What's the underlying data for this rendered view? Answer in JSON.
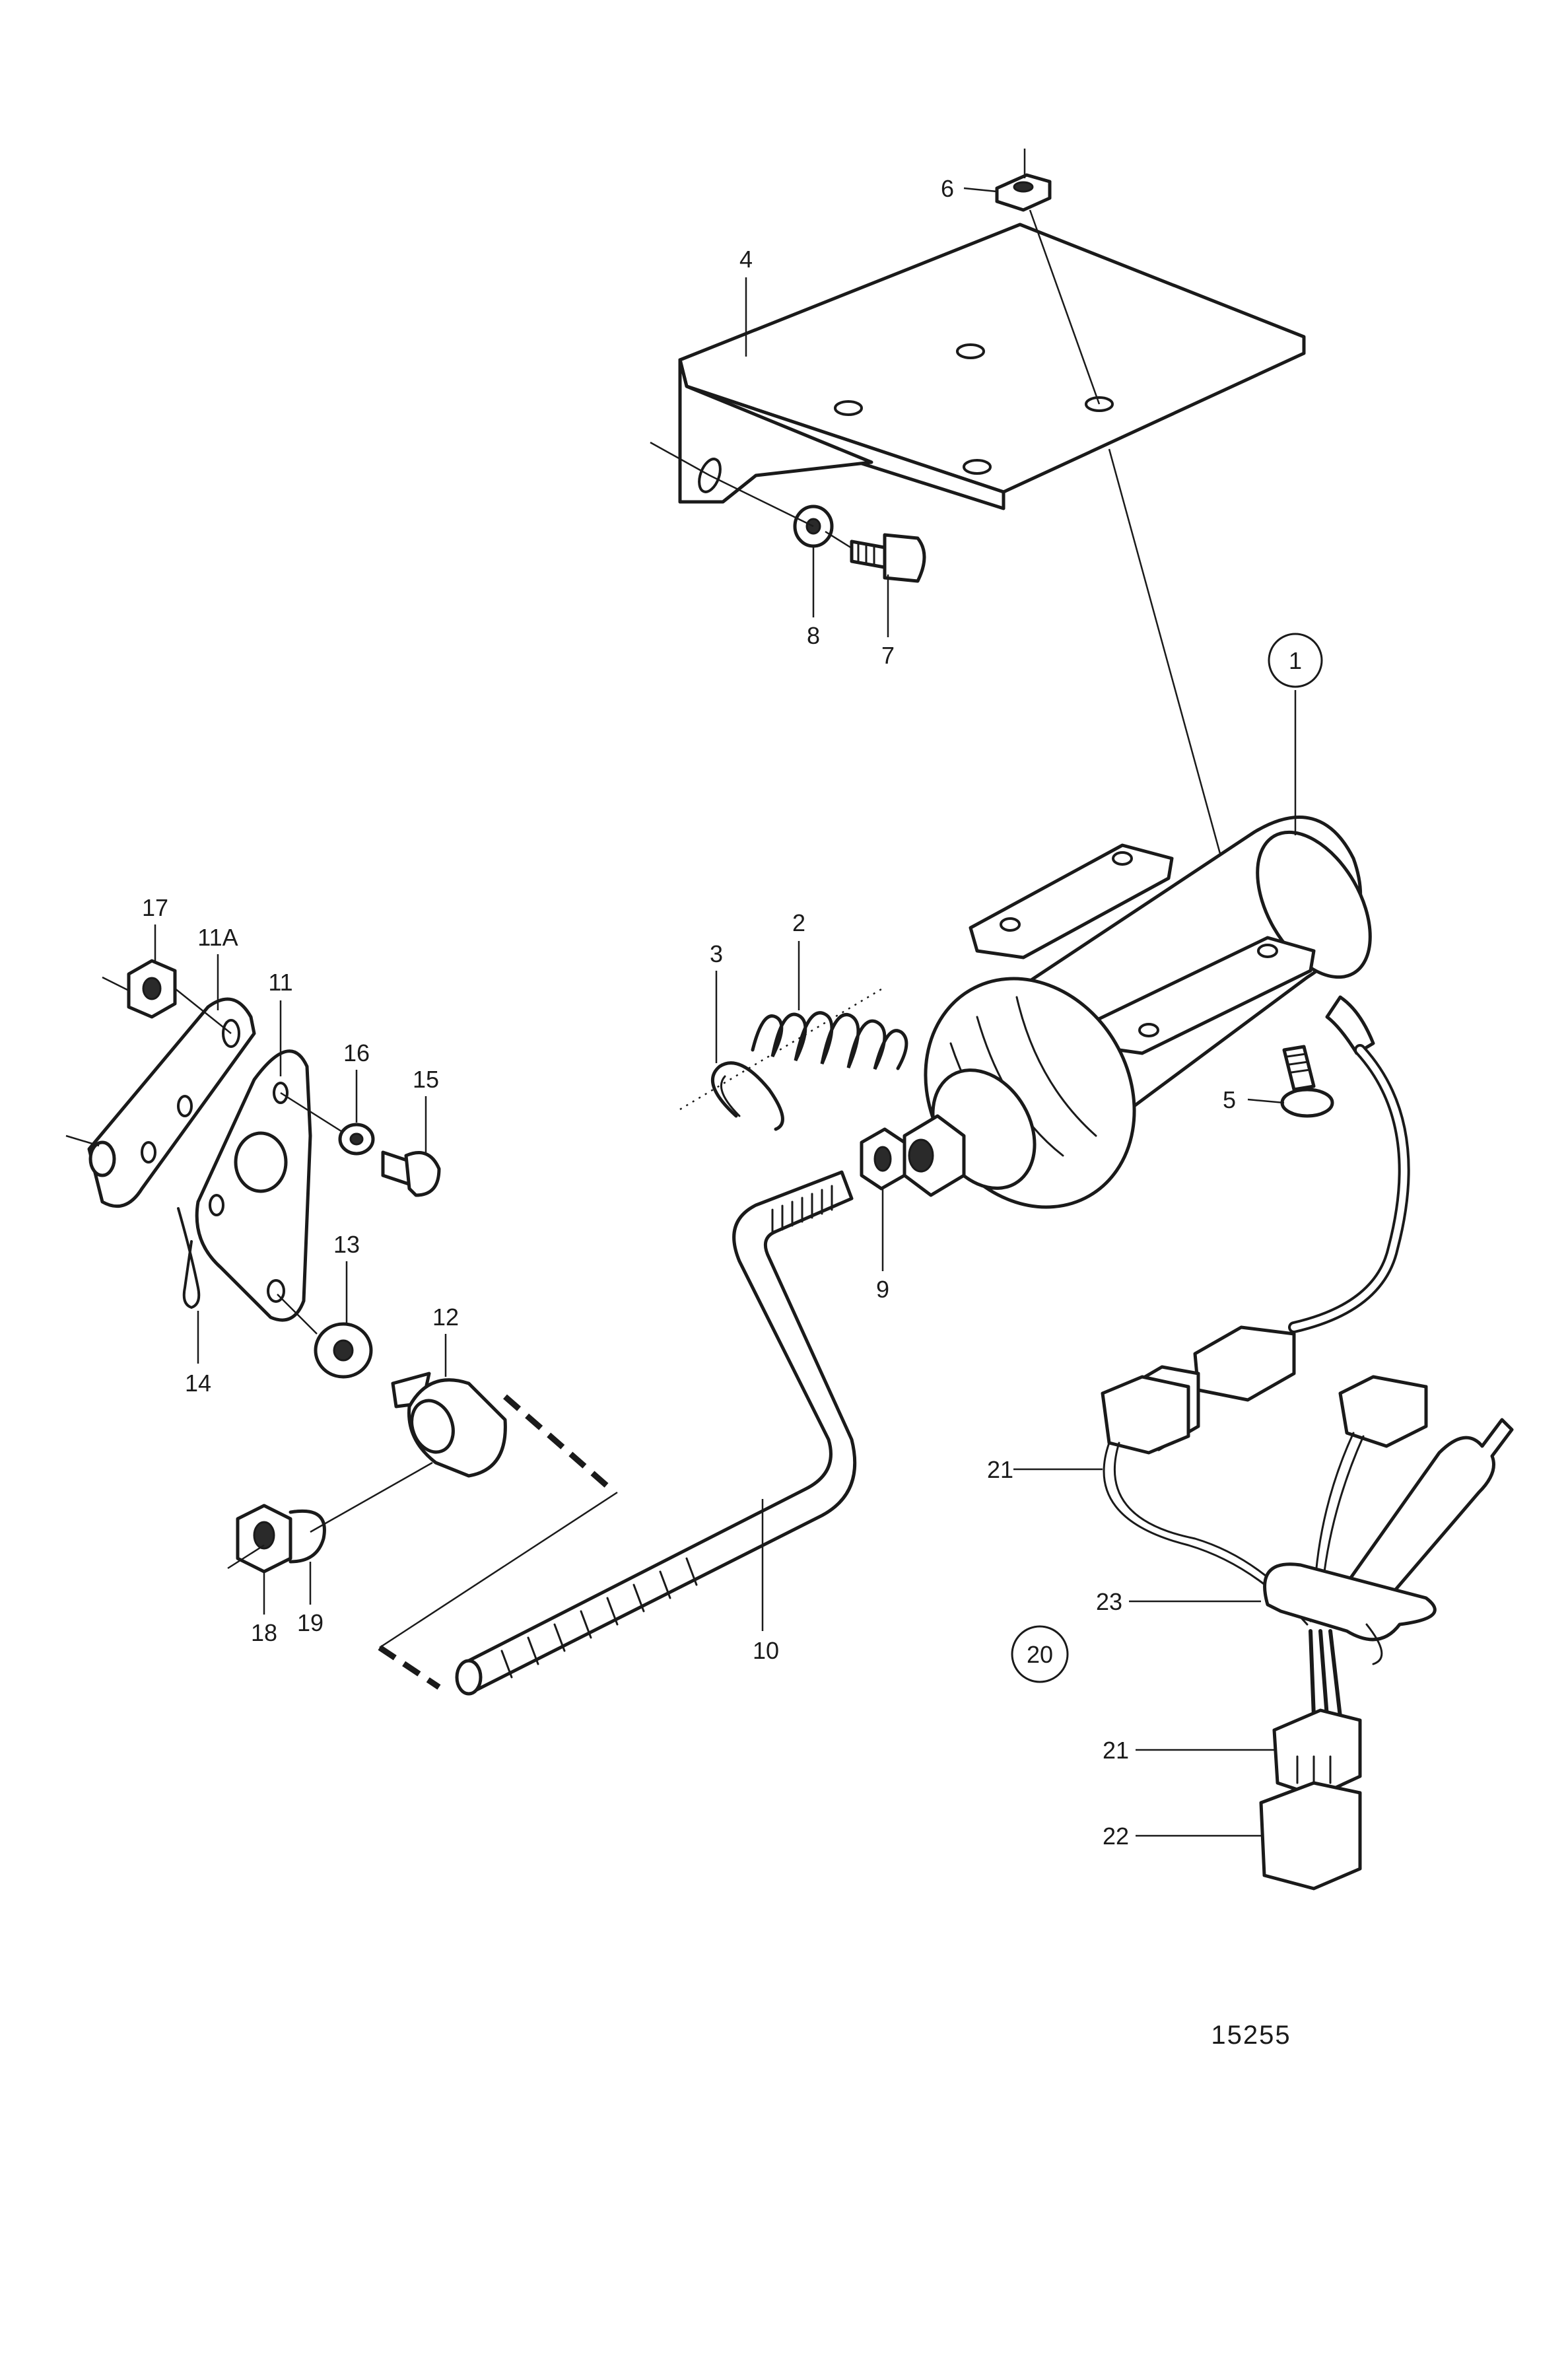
{
  "diagram": {
    "drawing_number": "15255",
    "callouts": {
      "c1": "1",
      "c2": "2",
      "c3": "3",
      "c4": "4",
      "c5": "5",
      "c6": "6",
      "c7": "7",
      "c8": "8",
      "c9": "9",
      "c10": "10",
      "c11": "11",
      "c11a": "11A",
      "c12": "12",
      "c13": "13",
      "c14": "14",
      "c15": "15",
      "c16": "16",
      "c17": "17",
      "c18": "18",
      "c19": "19",
      "c20": "20",
      "c21a": "21",
      "c21b": "21",
      "c22": "22",
      "c23": "23"
    }
  }
}
